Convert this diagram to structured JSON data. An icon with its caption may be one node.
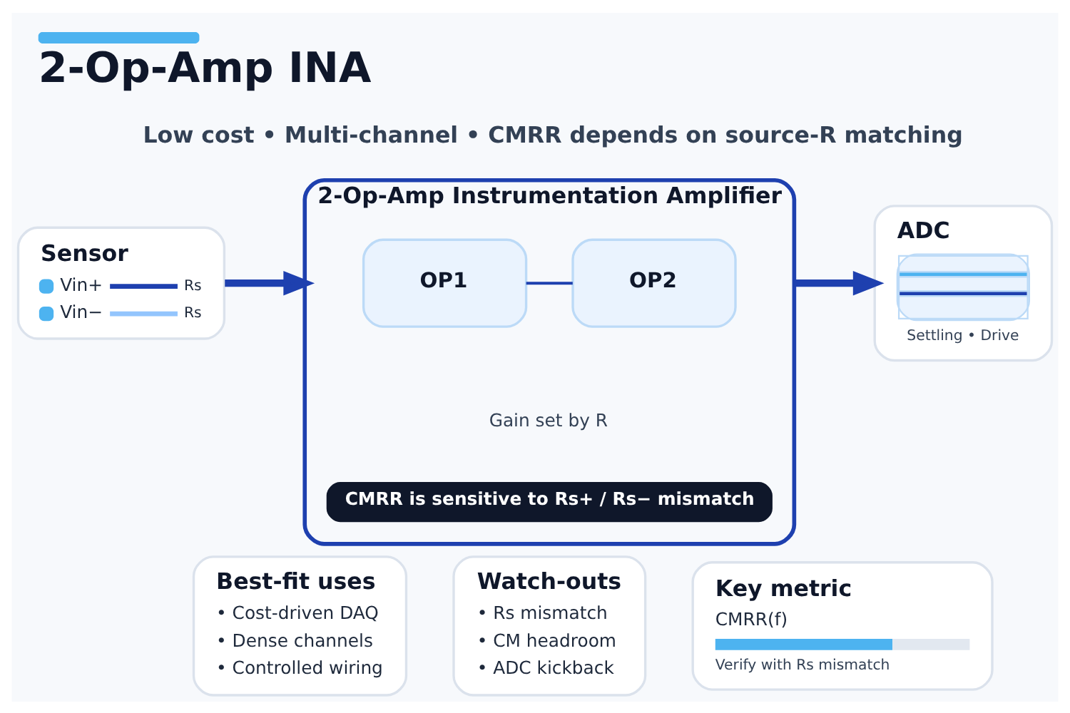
{
  "diagram": {
    "title": "2-Op-Amp INA",
    "nodes": [
      {
        "text": [
          "Sensor",
          "Vin+",
          "Rs",
          "Vin−",
          "Rs"
        ]
      },
      {
        "text": [
          "2-Op-Amp Instrumentation Amplifier"
        ]
      },
      {
        "text": [
          "OP1"
        ],
        "in": 1
      },
      {
        "text": [
          "OP2"
        ],
        "in": 1
      },
      {
        "text": [
          "CMRR is sensitive to Rs+ / Rs− mismatch"
        ],
        "in": 1
      },
      {
        "text": [
          "ADC",
          "Settling • Drive"
        ]
      },
      {
        "text": [
          "Best-fit uses",
          "• Cost-driven DAQ",
          "• Dense channels",
          "• Controlled wiring"
        ]
      },
      {
        "text": [
          "Watch-outs",
          "• Rs mismatch",
          "• CM headroom",
          "• ADC kickback"
        ]
      },
      {
        "text": [
          "Key metric",
          "CMRR(f)",
          "Verify with Rs mismatch"
        ]
      }
    ],
    "edges": [
      {
        "from": 0,
        "to": 1,
        "arrow": "to"
      },
      {
        "from": 2,
        "to": 3,
        "arrow": "none"
      },
      {
        "from": 1,
        "to": 5,
        "arrow": "to"
      }
    ],
    "labels": [
      "Low cost • Multi-channel • CMRR depends on source-R matching",
      "Gain set by R"
    ]
  }
}
